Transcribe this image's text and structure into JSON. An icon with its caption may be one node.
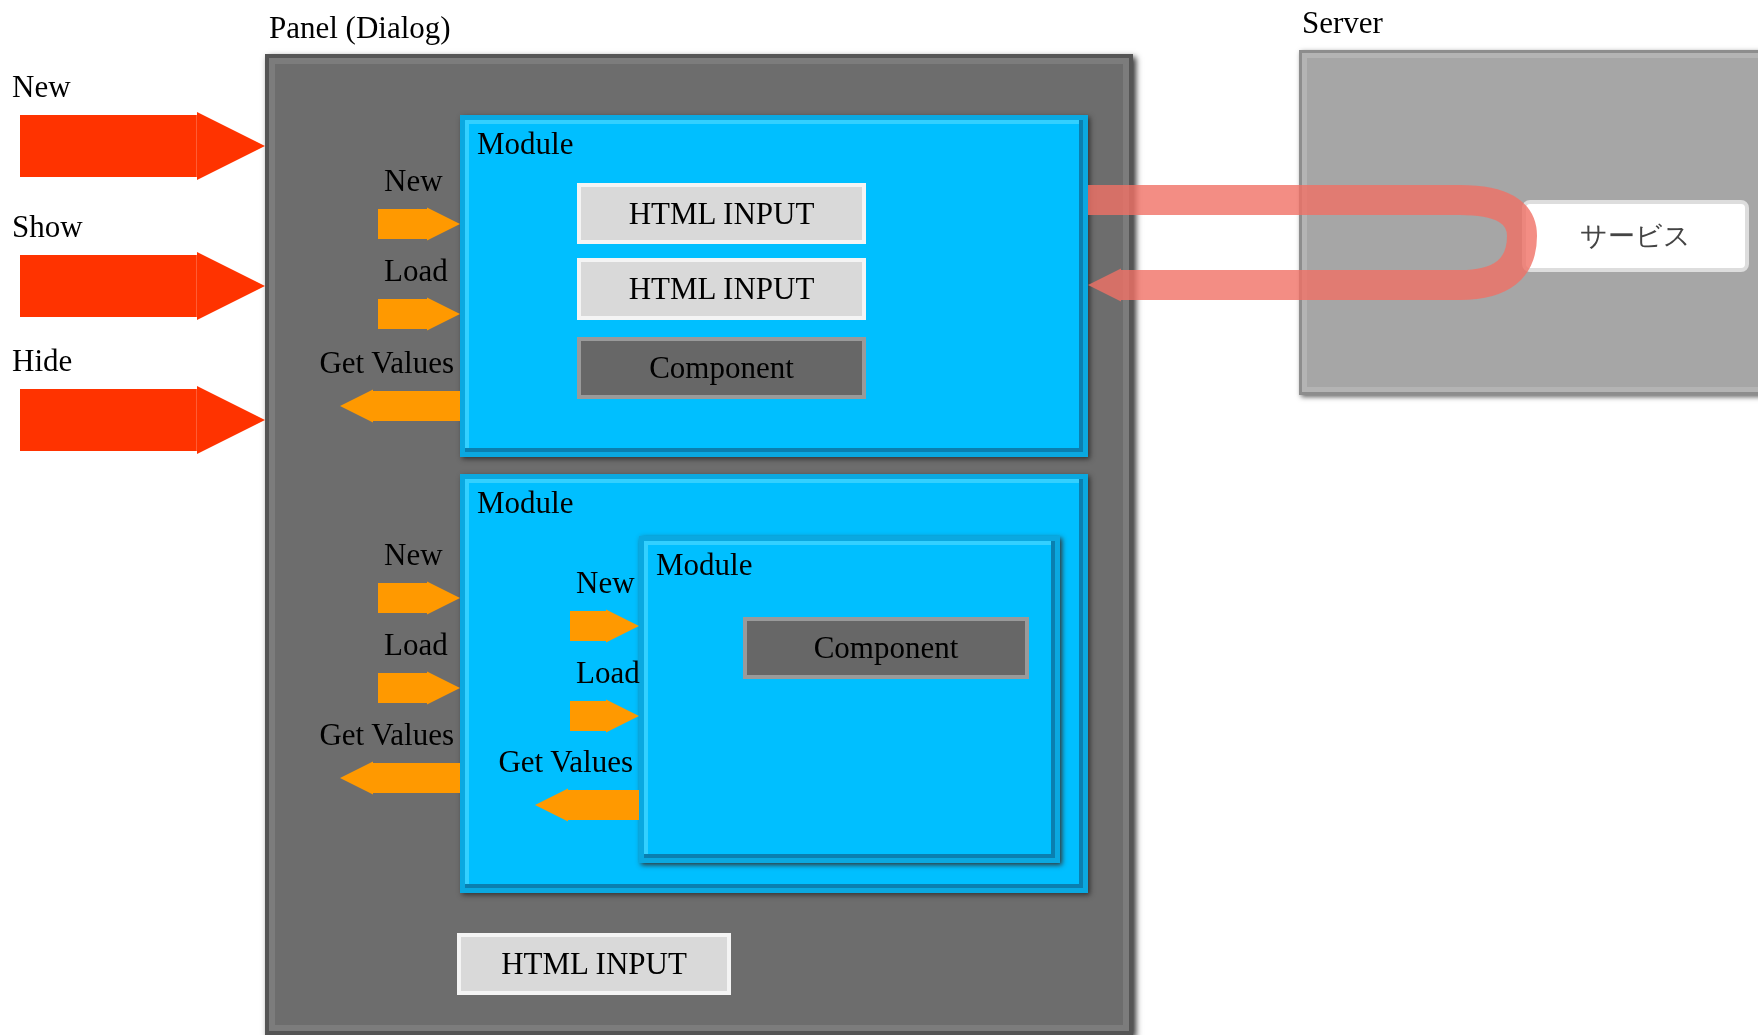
{
  "diagram": {
    "nodes": [
      {
        "text": [
          "Panel (Dialog)"
        ]
      },
      {
        "text": [
          "Module"
        ],
        "in": 0
      },
      {
        "text": [
          "HTML INPUT"
        ],
        "in": 1
      },
      {
        "text": [
          "HTML INPUT"
        ],
        "in": 1
      },
      {
        "text": [
          "Component"
        ],
        "in": 1
      },
      {
        "text": [
          "Module"
        ],
        "in": 0
      },
      {
        "text": [
          "Module"
        ],
        "in": 5
      },
      {
        "text": [
          "Component"
        ],
        "in": 6
      },
      {
        "text": [
          "HTML INPUT"
        ],
        "in": 0
      },
      {
        "text": [
          "Server"
        ]
      },
      {
        "text": [
          "サービス"
        ],
        "in": 9
      }
    ],
    "edges": [
      {
        "from": null,
        "to": 0,
        "arrow": "to",
        "label": "New",
        "style": "thick",
        "color": "#ff3300"
      },
      {
        "from": null,
        "to": 0,
        "arrow": "to",
        "label": "Show",
        "style": "thick",
        "color": "#ff3300"
      },
      {
        "from": null,
        "to": 0,
        "arrow": "to",
        "label": "Hide",
        "style": "thick",
        "color": "#ff3300"
      },
      {
        "from": null,
        "to": 1,
        "arrow": "to",
        "label": "New"
      },
      {
        "from": null,
        "to": 1,
        "arrow": "to",
        "label": "Load"
      },
      {
        "from": 1,
        "to": 0,
        "arrow": "to",
        "label": "Get Values"
      },
      {
        "from": null,
        "to": 5,
        "arrow": "to",
        "label": "New"
      },
      {
        "from": null,
        "to": 5,
        "arrow": "to",
        "label": "Load"
      },
      {
        "from": 5,
        "to": 0,
        "arrow": "to",
        "label": "Get Values"
      },
      {
        "from": null,
        "to": 6,
        "arrow": "to",
        "label": "New"
      },
      {
        "from": null,
        "to": 6,
        "arrow": "to",
        "label": "Load"
      },
      {
        "from": 6,
        "to": 5,
        "arrow": "to",
        "label": "Get Values"
      },
      {
        "from": 1,
        "to": 10,
        "arrow": "none",
        "color": "#f07065"
      },
      {
        "from": 10,
        "to": 1,
        "arrow": "to",
        "color": "#f07065"
      }
    ]
  }
}
